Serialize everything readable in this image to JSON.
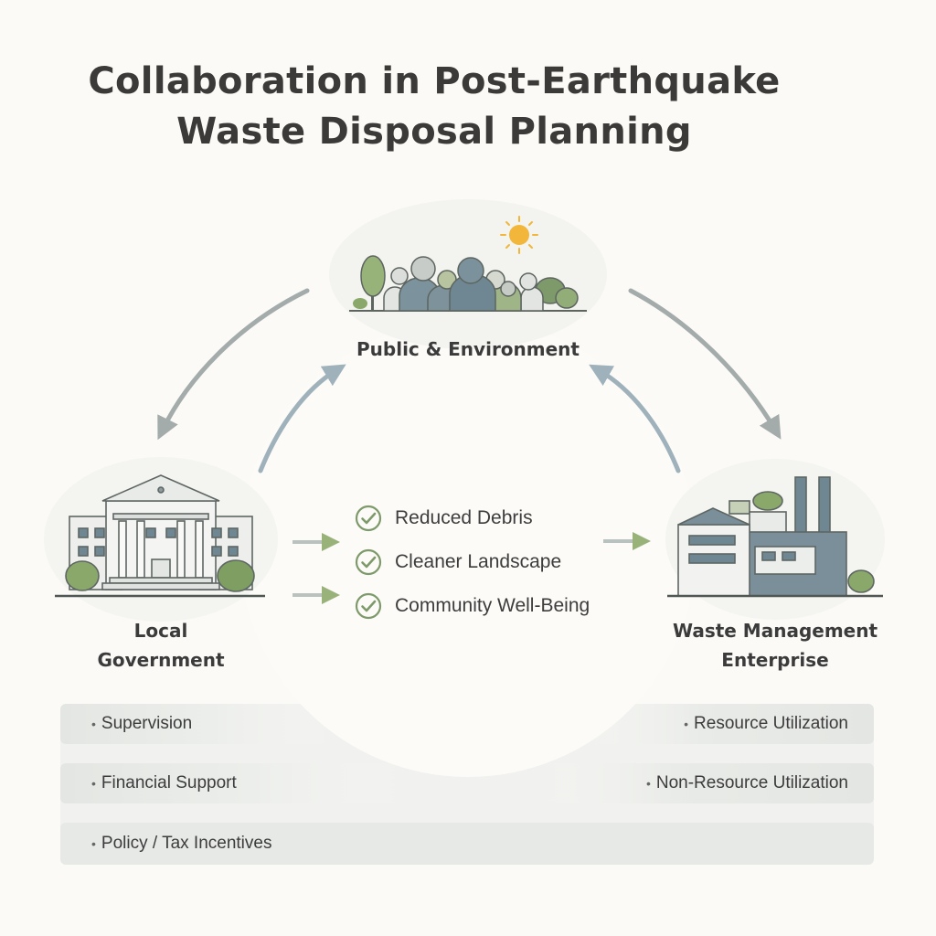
{
  "title": {
    "line1": "Collaboration in Post-Earthquake",
    "line2": "Waste Disposal Planning"
  },
  "nodes": {
    "public": {
      "label": "Public & Environment"
    },
    "government": {
      "label_line1": "Local",
      "label_line2": "Government"
    },
    "enterprise": {
      "label_line1": "Waste Management",
      "label_line2": "Enterprise"
    }
  },
  "benefits": [
    "Reduced Debris",
    "Cleaner Landscape",
    "Community Well-Being"
  ],
  "government_roles": [
    "Supervision",
    "Financial Support",
    "Policy / Tax Incentives"
  ],
  "enterprise_roles": [
    "Resource Utilization",
    "Non-Resource Utilization"
  ],
  "colors": {
    "accent_green": "#8aa86a",
    "slate_blue": "#6f8793",
    "sun": "#f2b63a",
    "arrow_gray": "#a9b2b0"
  }
}
